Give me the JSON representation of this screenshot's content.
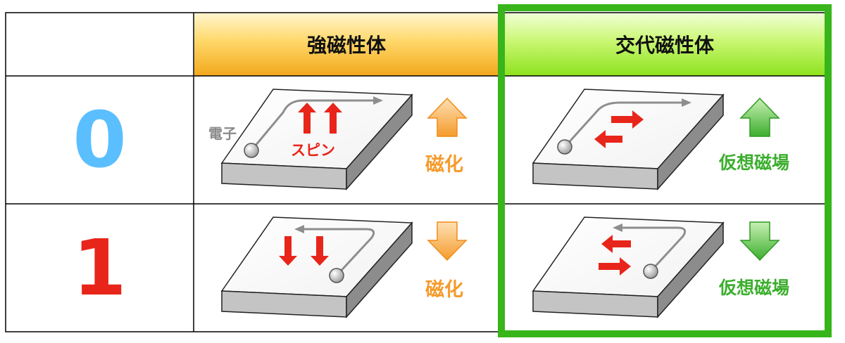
{
  "table": {
    "headers": {
      "ferromagnet": "強磁性体",
      "antiferromagnet": "交代磁性体"
    },
    "rows": [
      {
        "digit": "0",
        "digit_color": "#5bbfff"
      },
      {
        "digit": "1",
        "digit_color": "#e8251a"
      }
    ],
    "labels": {
      "electron": "電子",
      "spin": "スピン",
      "magnetization": "磁化",
      "virtual_field": "仮想磁場"
    }
  },
  "colors": {
    "spin_arrow": "#e8251a",
    "magnetization_arrow": "#f59b2c",
    "virtual_field_arrow": "#3cae2e",
    "highlight_frame": "#37b51a",
    "grid_line": "#000000"
  }
}
